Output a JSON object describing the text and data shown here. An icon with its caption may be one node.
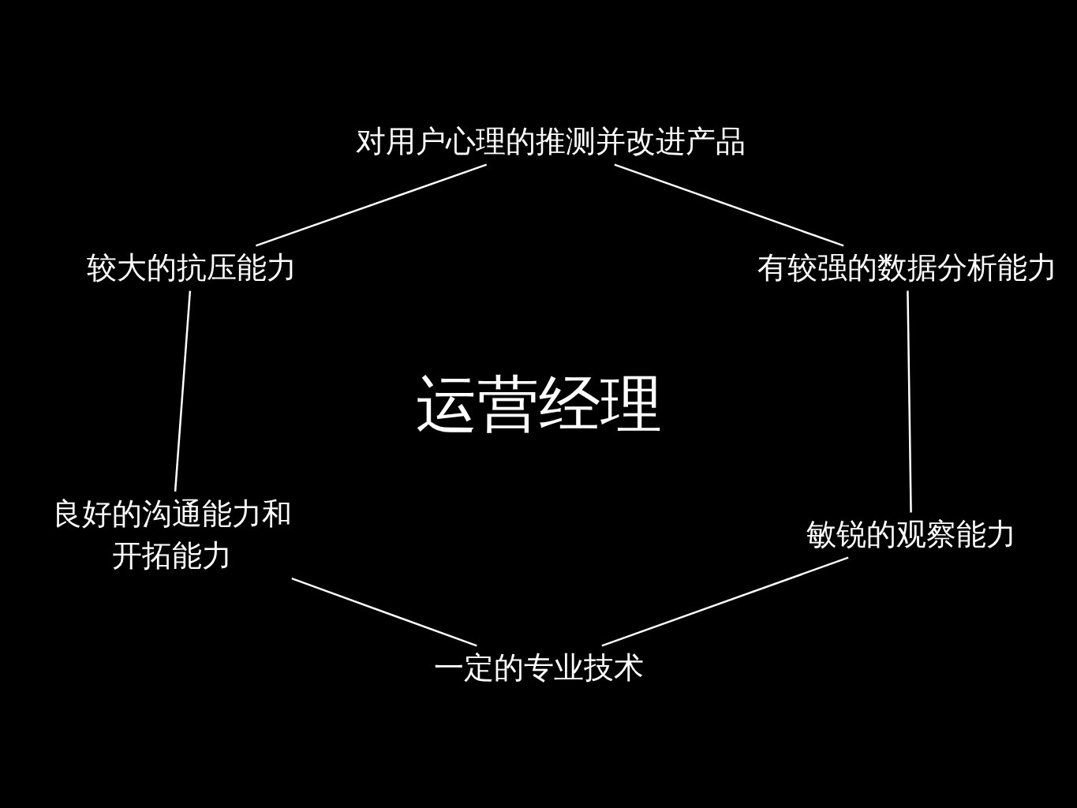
{
  "diagram": {
    "nodes": [
      {
        "text": [
          "对用户心理的推测并改进产品"
        ]
      },
      {
        "text": [
          "较大的抗压能力"
        ]
      },
      {
        "text": [
          "有较强的数据分析能力"
        ]
      },
      {
        "text": [
          "运营经理"
        ]
      },
      {
        "text": [
          "良好的沟通能力和开拓能力"
        ]
      },
      {
        "text": [
          "敏锐的观察能力"
        ]
      },
      {
        "text": [
          "一定的专业技术"
        ]
      }
    ],
    "edges": [
      {
        "from": 0,
        "to": 2,
        "arrow": "none"
      },
      {
        "from": 2,
        "to": 5,
        "arrow": "none"
      },
      {
        "from": 5,
        "to": 6,
        "arrow": "none"
      },
      {
        "from": 6,
        "to": 4,
        "arrow": "none"
      },
      {
        "from": 4,
        "to": 1,
        "arrow": "none"
      },
      {
        "from": 1,
        "to": 0,
        "arrow": "none"
      }
    ]
  }
}
